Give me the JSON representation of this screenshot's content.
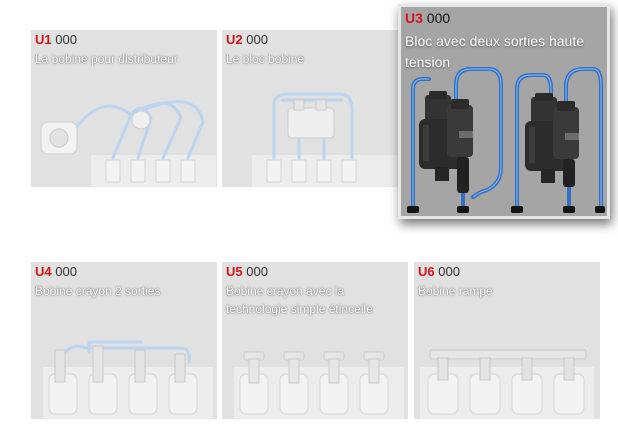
{
  "tiles": [
    {
      "code": "U1",
      "count": "000",
      "desc": "La bobine pour distributeur"
    },
    {
      "code": "U2",
      "count": "000",
      "desc": "Le bloc bobine"
    },
    {
      "code": "U3",
      "count": "000",
      "desc": "Bloc avec deux sorties haute tension"
    },
    {
      "code": "U4",
      "count": "000",
      "desc": "Bobine crayon 2 sorties"
    },
    {
      "code": "U5",
      "count": "000",
      "desc": "Bobine crayon avec la technologie simple étincelle"
    },
    {
      "code": "U6",
      "count": "000",
      "desc": "Bobine rampe"
    }
  ],
  "colors": {
    "code_red": "#d4141b",
    "active_wire": "#2f6fc4",
    "faded_wire": "#bcd4ee"
  }
}
